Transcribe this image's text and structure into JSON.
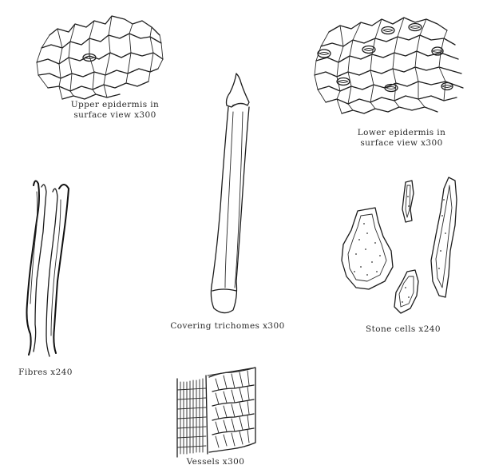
{
  "figures": {
    "upper_epidermis": {
      "line1": "Upper epidermis in",
      "line2": "surface view x300"
    },
    "lower_epidermis": {
      "line1": "Lower epidermis in",
      "line2": "surface view x300"
    },
    "covering_trichomes": {
      "label": "Covering trichomes x300"
    },
    "stone_cells": {
      "label": "Stone cells x240"
    },
    "fibres": {
      "label": "Fibres x240"
    },
    "vessels": {
      "label": "Vessels x300"
    }
  }
}
